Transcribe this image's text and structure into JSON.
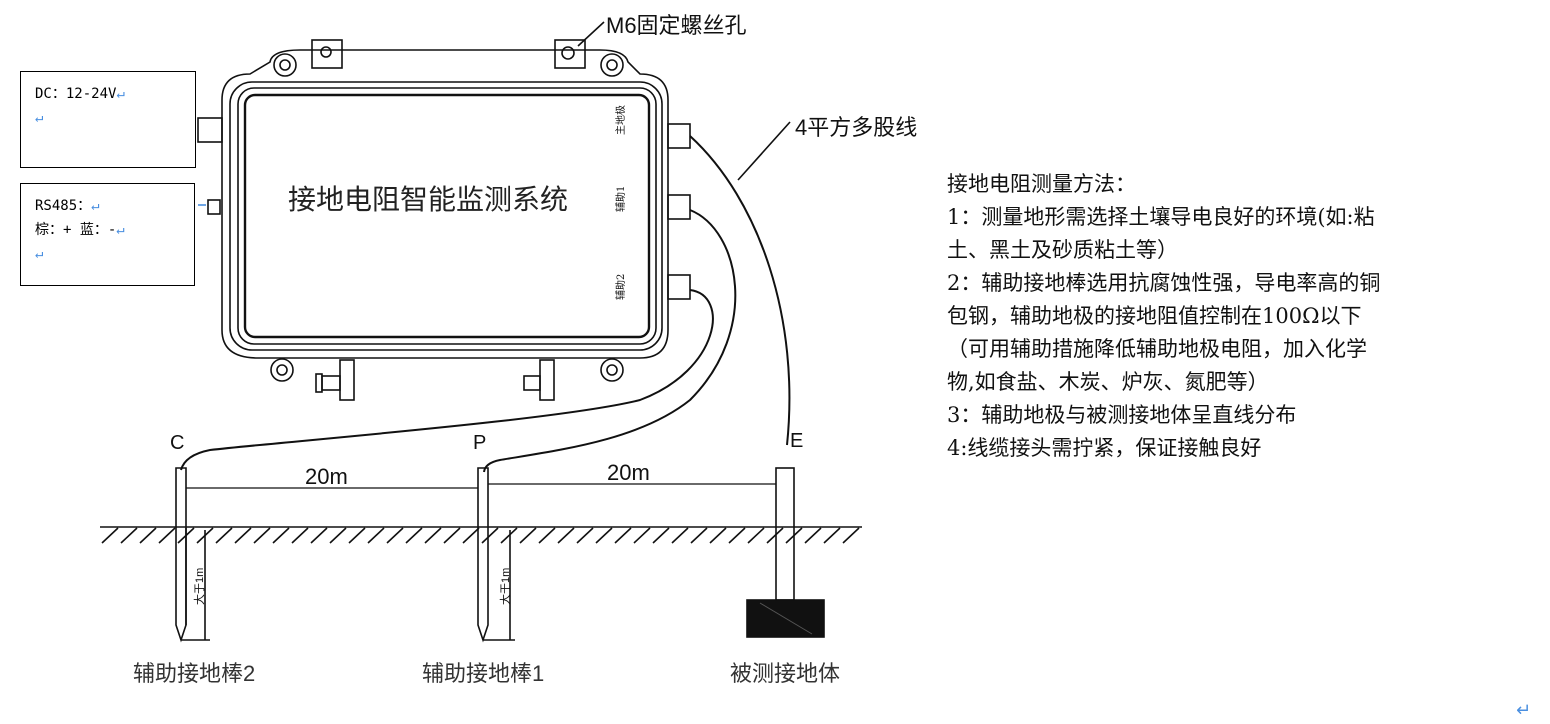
{
  "device": {
    "title": "接地电阻智能监测系统",
    "ports": [
      "主地极",
      "辅助1",
      "辅助2"
    ],
    "mount_label": "M6固定螺丝孔",
    "wire_label": "4平方多股线"
  },
  "power_note": {
    "line1": "DC：12-24V",
    "return_mark": "↵"
  },
  "rs485_note": {
    "line1": "RS485：",
    "line2": "棕：+ 蓝：-",
    "return_mark": "↵"
  },
  "field": {
    "points": [
      "C",
      "P",
      "E"
    ],
    "distances": [
      "20m",
      "20m"
    ],
    "depth_label": "大于1m",
    "labels": [
      "辅助接地棒2",
      "辅助接地棒1",
      "被测接地体"
    ]
  },
  "method": {
    "title": "接地电阻测量方法：",
    "lines": [
      "1：测量地形需选择土壤导电良好的环境(如:粘",
      "土、黑土及砂质粘土等）",
      "2：辅助接地棒选用抗腐蚀性强，导电率高的铜",
      "包钢，辅助地极的接地阻值控制在100Ω以下",
      "（可用辅助措施降低辅助地极电阻，加入化学",
      "物,如食盐、木炭、炉灰、氮肥等）",
      "3：辅助地极与被测接地体呈直线分布",
      "4:线缆接头需拧紧，保证接触良好"
    ]
  },
  "page_return_mark": "↵"
}
